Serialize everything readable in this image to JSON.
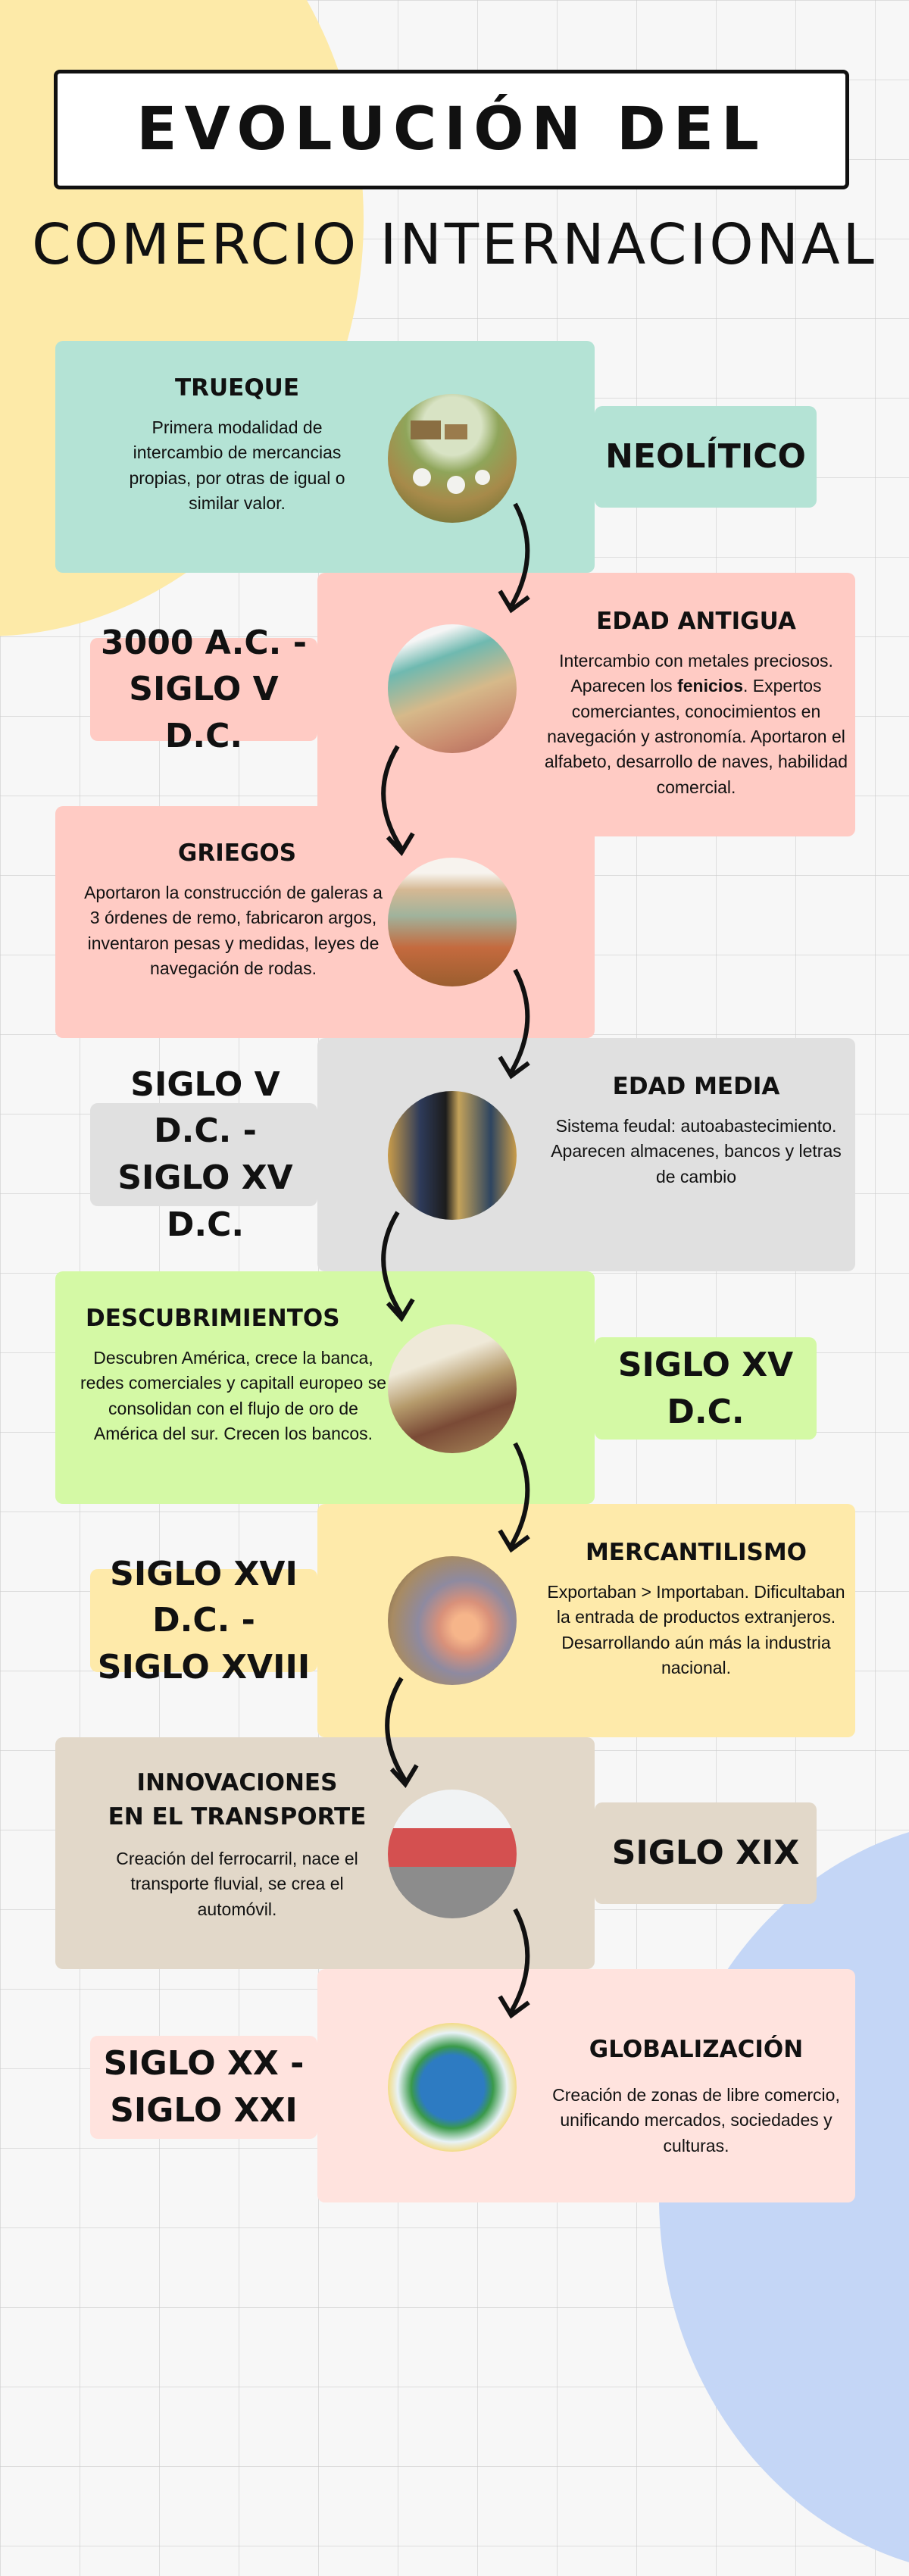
{
  "header": {
    "title_line1": "EVOLUCIÓN DEL",
    "title_line2": "COMERCIO INTERNACIONAL"
  },
  "colors": {
    "trueque": "#b4e3d5",
    "edad_antigua": "#ffcbc4",
    "griegos": "#ffcbc4",
    "edad_media": "#e0e0e0",
    "descubrimientos": "#d4f9a5",
    "mercantilismo": "#feeaaa",
    "innovaciones": "#e2d8c9",
    "globalizacion": "#ffe3de",
    "background_blob_yellow": "#fdeaa8",
    "background_blob_blue": "#c4d6f6"
  },
  "timeline": [
    {
      "title": "TRUEQUE",
      "description": "Primera modalidad de intercambio de mercancias propias, por otras de igual o similar valor.",
      "period": "NEOLÍTICO",
      "image": "neolithic-farming-scene"
    },
    {
      "title": "EDAD ANTIGUA",
      "description_pre": "Intercambio con metales preciosos. Aparecen los ",
      "description_bold": "fenicios",
      "description_post": ". Expertos comerciantes, conocimientos en navegación y astronomía. Aportaron el alfabeto, desarrollo de naves, habilidad comercial.",
      "period_line1": "3000 A.C. -",
      "period_line2": "SIGLO V D.C.",
      "image": "phoenician-port-scene"
    },
    {
      "title": "GRIEGOS",
      "description": "Aportaron la construcción de galeras a 3 órdenes de remo, fabricaron argos, inventaron pesas y medidas, leyes de navegación de rodas.",
      "image": "greek-philosophers-scene"
    },
    {
      "title": "EDAD MEDIA",
      "description": "Sistema feudal: autoabastecimiento. Aparecen almacenes, bancos y letras de cambio",
      "period_line1": "SIGLO V D.C. -",
      "period_line2": "SIGLO XV D.C.",
      "image": "medieval-icon-painting"
    },
    {
      "title": "DESCUBRIMIENTOS",
      "description": "Descubren América, crece la banca, redes comerciales y capitall europeo se consolidan con el flujo de oro de América del sur. Crecen los bancos.",
      "period": "SIGLO XV D.C.",
      "image": "columbus-landing-painting"
    },
    {
      "title": "MERCANTILISMO",
      "description": "Exportaban > Importaban. Dificultaban la entrada de productos extranjeros. Desarrollando aún más la industria nacional.",
      "period_line1": "SIGLO XVI D.C. -",
      "period_line2": "SIGLO XVIII",
      "image": "seaport-sunset-painting"
    },
    {
      "title_line1": "INNOVACIONES",
      "title_line2": "EN EL TRANSPORTE",
      "description": "Creación del ferrocarril, nace el transporte fluvial, se crea el automóvil.",
      "period": "SIGLO XIX",
      "image": "railway-trains-photo"
    },
    {
      "title": "GLOBALIZACIÓN",
      "description": "Creación de zonas de libre comercio, unificando mercados, sociedades y culturas.",
      "period_line1": "SIGLO XX -",
      "period_line2": "SIGLO XXI",
      "image": "globe-people-circle"
    }
  ]
}
